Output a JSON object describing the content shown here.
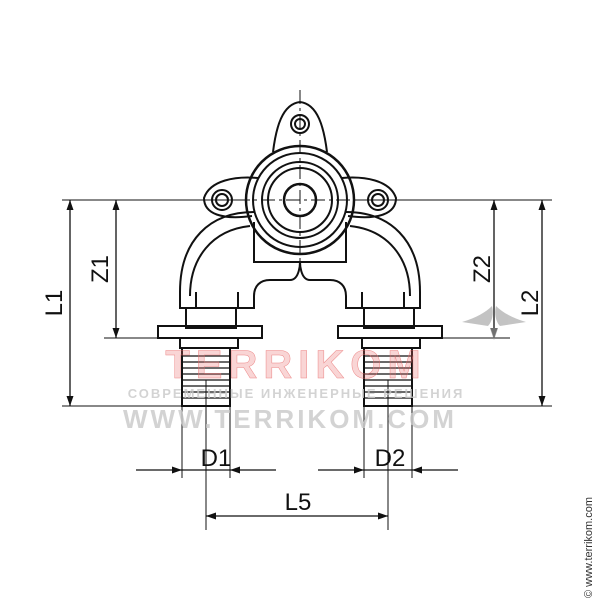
{
  "dimensions": {
    "l1": "L1",
    "z1": "Z1",
    "z2": "Z2",
    "l2": "L2",
    "d1": "D1",
    "d2": "D2",
    "l5": "L5"
  },
  "watermark": {
    "logo": "TERRIKOM",
    "tagline": "СОВРЕМЕННЫЕ ИНЖЕНЕРНЫЕ РЕШЕНИЯ",
    "url": "WWW.TERRIKOM.COM",
    "color_primary": "#e86a6a",
    "color_secondary": "#c9c9c9"
  },
  "copyright": "© www.terrikom.com",
  "colors": {
    "line": "#111111",
    "background": "#ffffff"
  }
}
